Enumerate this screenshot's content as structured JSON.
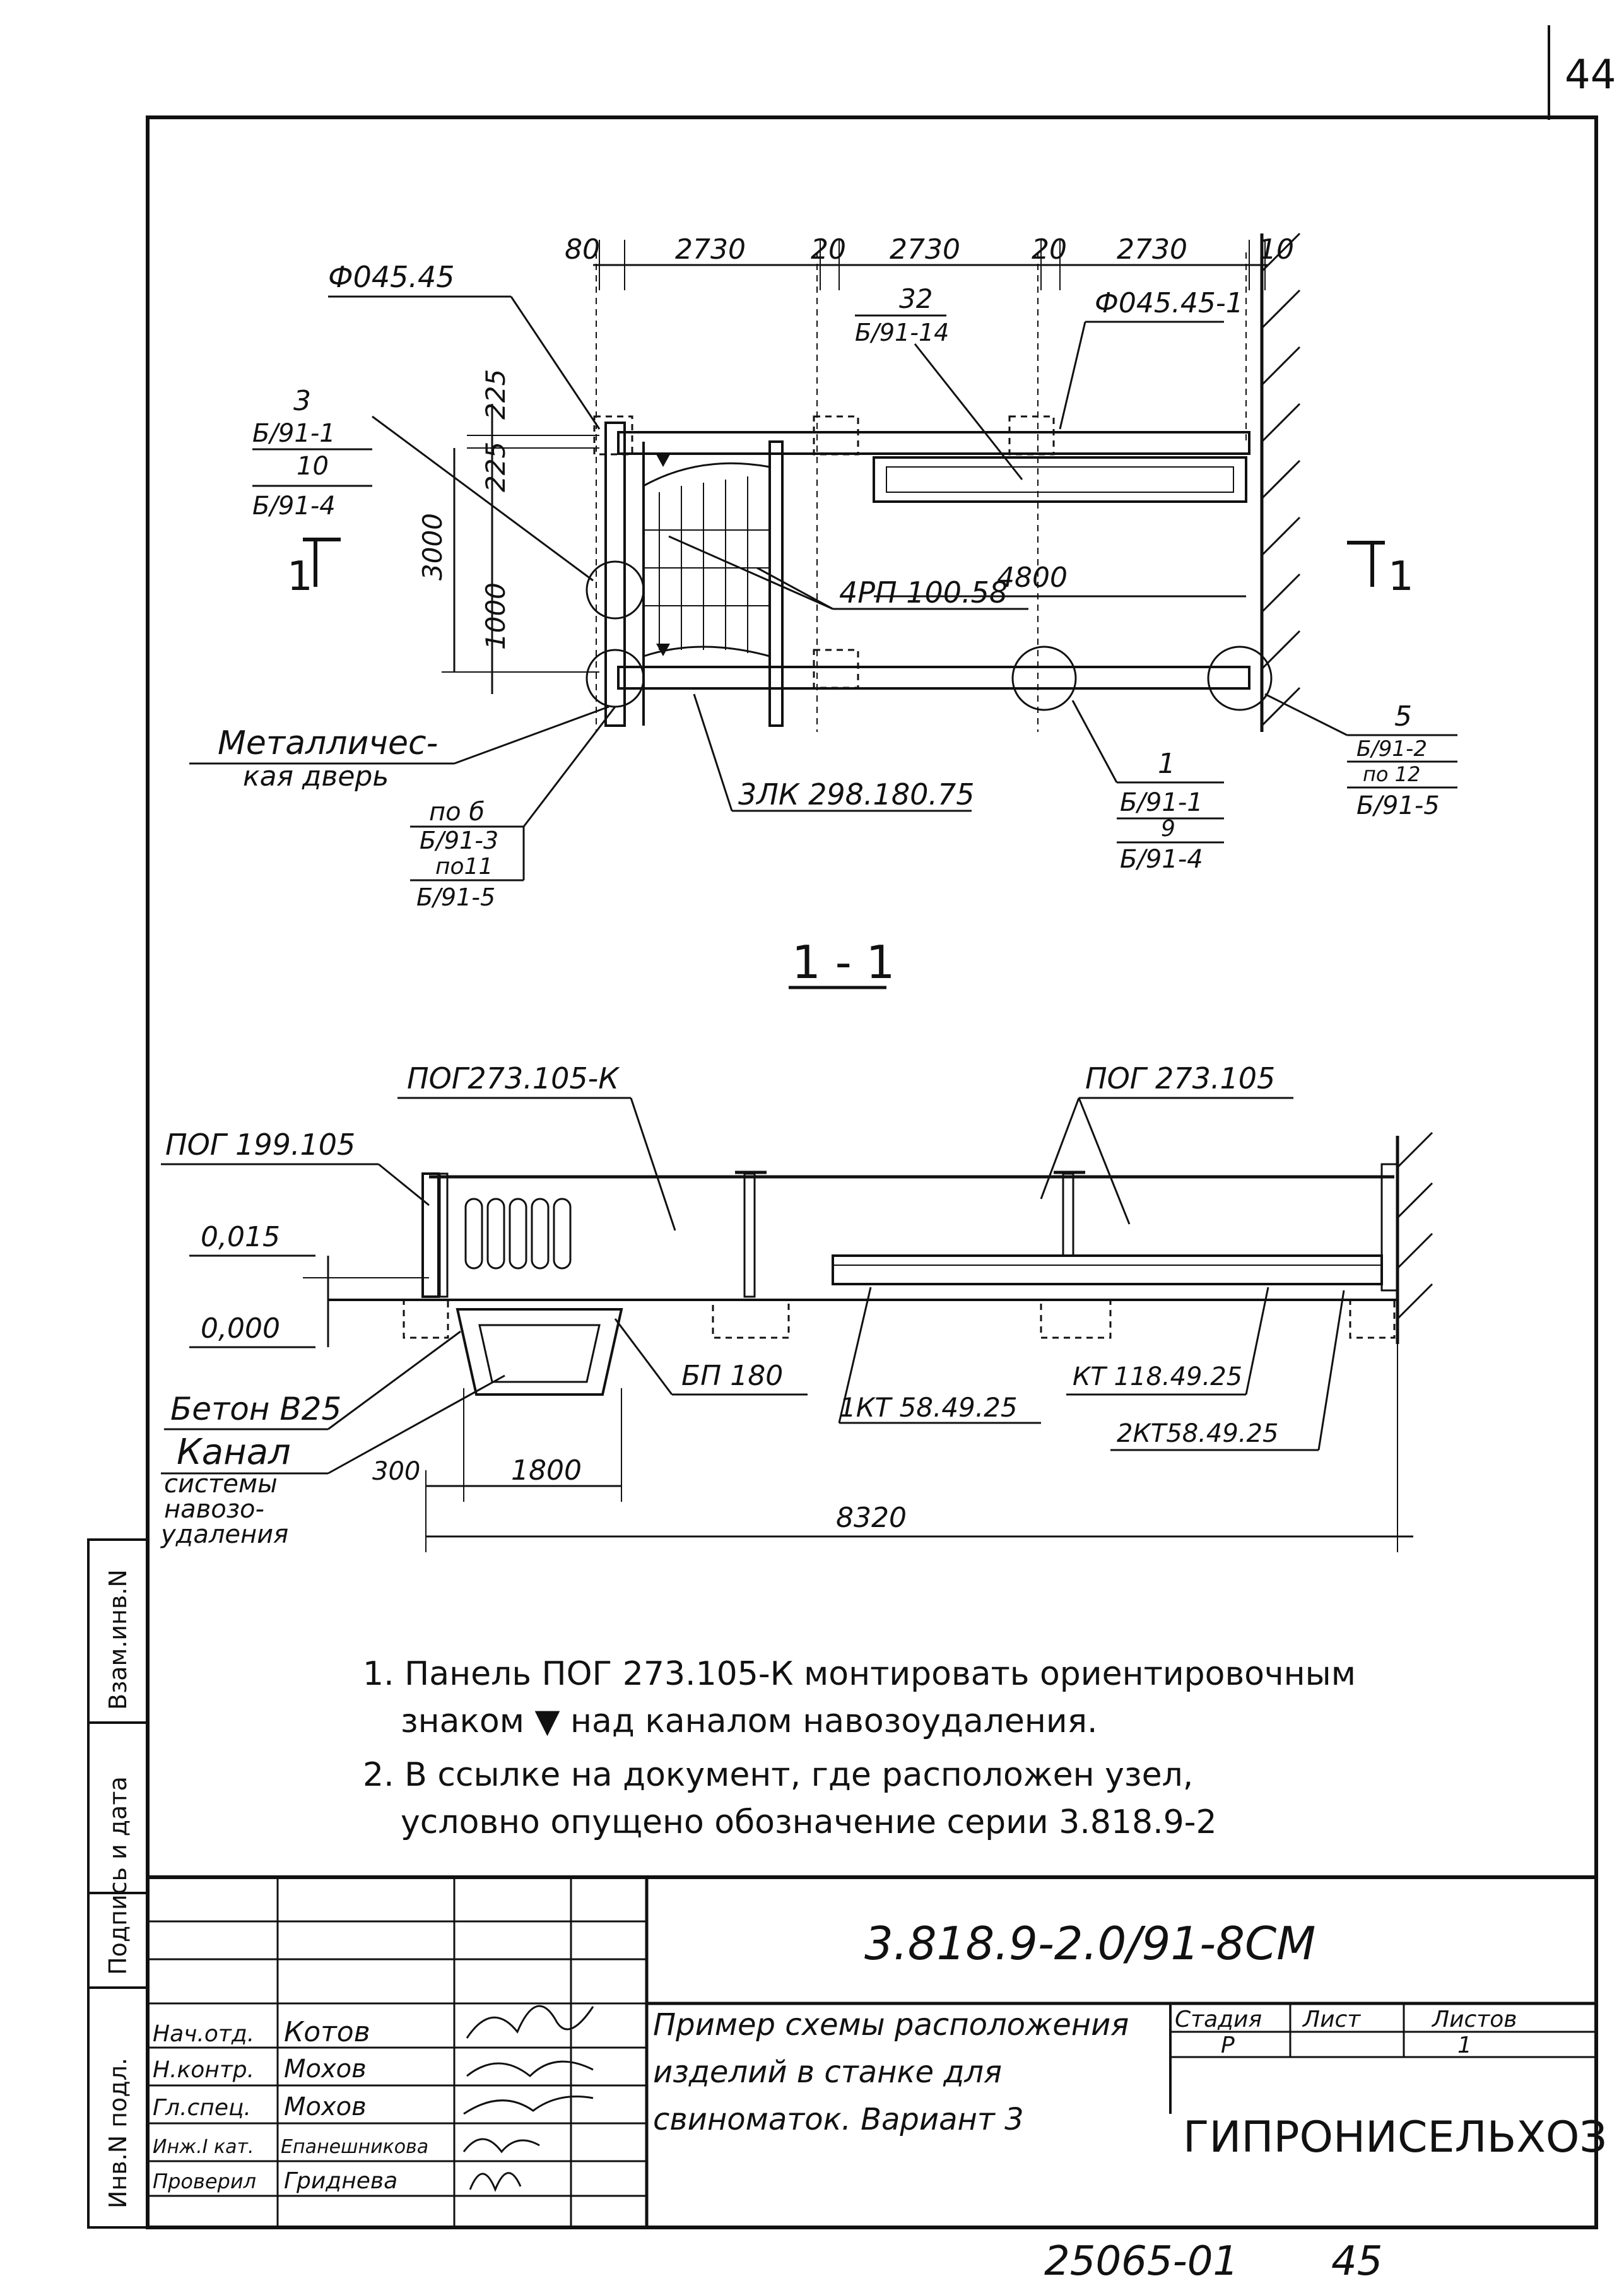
{
  "page_number": "44",
  "plan": {
    "dims_top": [
      "80",
      "2730",
      "20",
      "2730",
      "20",
      "2730",
      "10"
    ],
    "dims_left": [
      "225",
      "225",
      "3000",
      "1000"
    ],
    "dim_4800": "4800",
    "ref_f045_45": "Ф045.45",
    "ref_f045_45_1": "Ф045.45-1",
    "ref_32": "32",
    "ref_32_sub": "Б/91-14",
    "node3": {
      "num": "3",
      "a": "Б/91-1",
      "b": "10",
      "c": "Б/91-4"
    },
    "section_mark": "1",
    "label_4rp": "4РП 100.58",
    "label_metal_door_1": "Металличес-",
    "label_metal_door_2": "кая дверь",
    "node6": {
      "num": "по б",
      "a": "Б/91-3",
      "b": "по11",
      "c": "Б/91-5"
    },
    "label_3lk": "3ЛК 298.180.75",
    "node1": {
      "num": "1",
      "a": "Б/91-1",
      "b": "9",
      "c": "Б/91-4"
    },
    "node5": {
      "num": "5",
      "a": "Б/91-2",
      "b": "по 12",
      "c": "Б/91-5"
    }
  },
  "section": {
    "title": "1 - 1",
    "label_pog273_k": "ПОГ273.105-К",
    "label_pog273": "ПОГ 273.105",
    "label_pog199": "ПОГ 199.105",
    "level_0015": "0,015",
    "level_0000": "0,000",
    "label_beton": "Бетон В25",
    "label_bp180": "БП 180",
    "label_kt58": "1КТ 58.49.25",
    "label_kt118": "КТ 118.49.25",
    "label_2kt58": "2КТ58.49.25",
    "channel_1": "Канал",
    "channel_2": "системы",
    "channel_3": "навозо-",
    "channel_4": "удаления",
    "dim_300": "300",
    "dim_1800": "1800",
    "dim_8320": "8320"
  },
  "notes": [
    "1. Панель ПОГ 273.105-К монтировать ориентировочным",
    "знаком ▼ над каналом навозоудаления.",
    "2. В ссылке на документ, где расположен узел,",
    "условно опущено обозначение серии 3.818.9-2"
  ],
  "side_stamp": [
    "Взам.инв.N",
    "Подпись и дата",
    "Инв.N подл."
  ],
  "title_block": {
    "doc_code": "3.818.9-2.0/91-8СМ",
    "rows": [
      {
        "role": "Нач.отд.",
        "name": "Котов"
      },
      {
        "role": "Н.контр.",
        "name": "Мохов"
      },
      {
        "role": "Гл.спец.",
        "name": "Мохов"
      },
      {
        "role": "Инж.I кат.",
        "name": "Епанешникова"
      },
      {
        "role": "Проверил",
        "name": "Гриднева"
      }
    ],
    "description": [
      "Пример схемы расположения",
      "изделий в станке для",
      "свиноматок. Вариант 3"
    ],
    "stage_header": "Стадия",
    "sheet_header": "Лист",
    "sheets_header": "Листов",
    "stage_value": "Р",
    "sheets_value": "1",
    "org": "ГИПРОНИСЕЛЬХОЗ"
  },
  "footer": {
    "archive": "25065-01",
    "page": "45"
  }
}
